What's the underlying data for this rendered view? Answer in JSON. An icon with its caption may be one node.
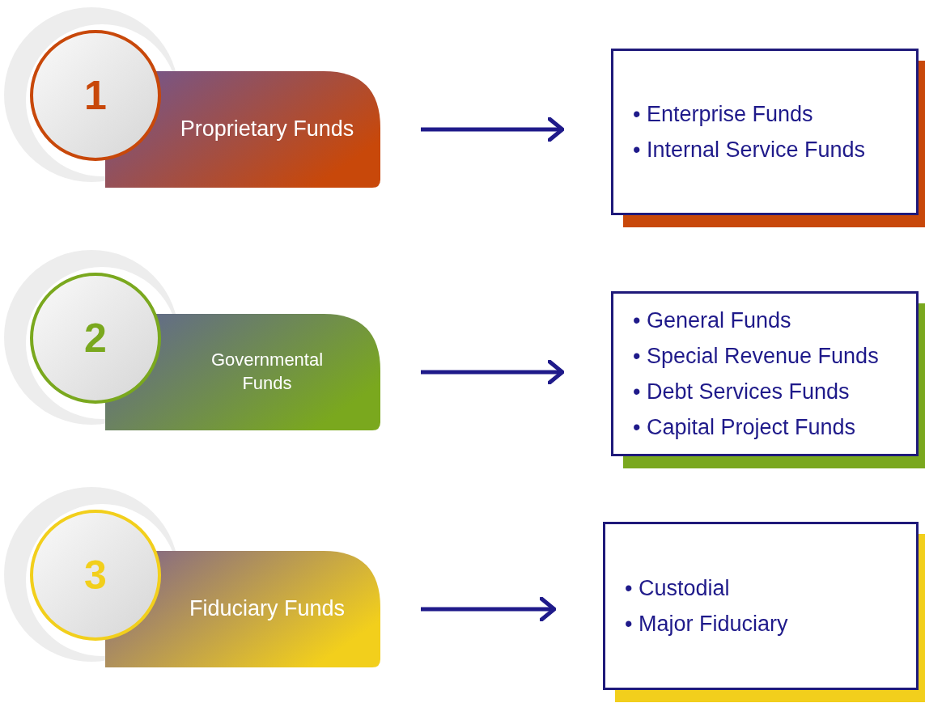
{
  "diagram": {
    "nodes": [
      {
        "text": [
          "1",
          "Proprietary Funds"
        ]
      },
      {
        "text": [
          "• Enterprise Funds",
          "• Internal Service Funds"
        ]
      },
      {
        "text": [
          "2",
          "Governmental Funds"
        ]
      },
      {
        "text": [
          "• General Funds",
          "• Special Revenue Funds",
          "• Debt Services Funds",
          "• Capital Project Funds"
        ]
      },
      {
        "text": [
          "3",
          "Fiduciary Funds"
        ]
      },
      {
        "text": [
          "• Custodial",
          "• Major Fiduciary"
        ]
      }
    ],
    "edges": [
      {
        "from": 0,
        "to": 1,
        "arrow": "to"
      },
      {
        "from": 2,
        "to": 3,
        "arrow": "to"
      },
      {
        "from": 4,
        "to": 5,
        "arrow": "to"
      }
    ]
  }
}
